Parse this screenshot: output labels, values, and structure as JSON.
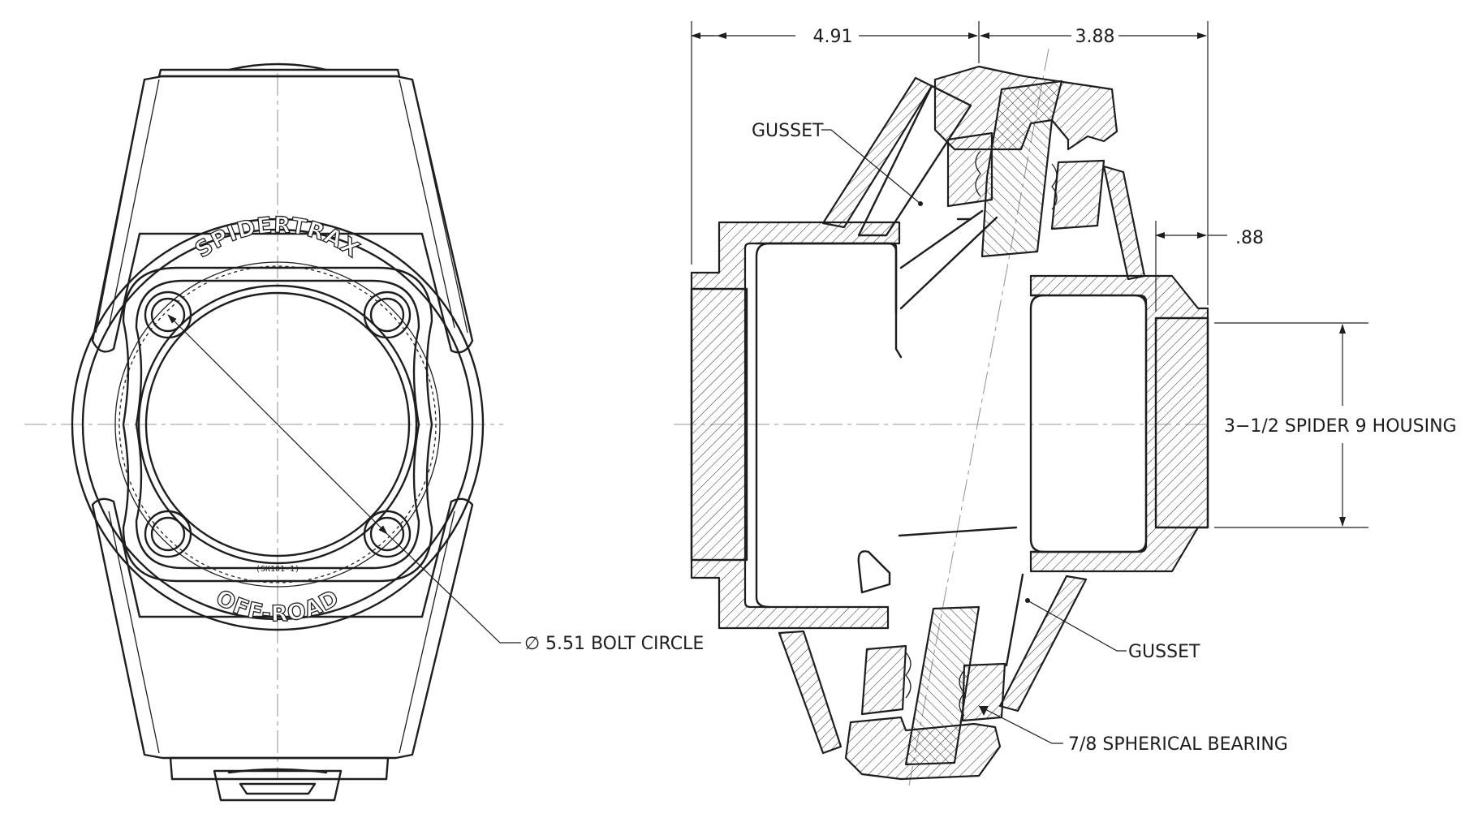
{
  "brand": {
    "top": "SPIDERTRAX",
    "bottom": "OFF-ROAD",
    "part_number": "(SK101-1)"
  },
  "dimensions": {
    "width_left": "4.91",
    "width_right": "3.88",
    "offset": ".88"
  },
  "callouts": {
    "bolt_circle_symbol": "∅",
    "bolt_circle": "5.51 BOLT CIRCLE",
    "housing": "3−1/2 SPIDER 9 HOUSING",
    "gusset_top": "GUSSET",
    "gusset_bottom": "GUSSET",
    "bearing": "7/8 SPHERICAL BEARING"
  }
}
